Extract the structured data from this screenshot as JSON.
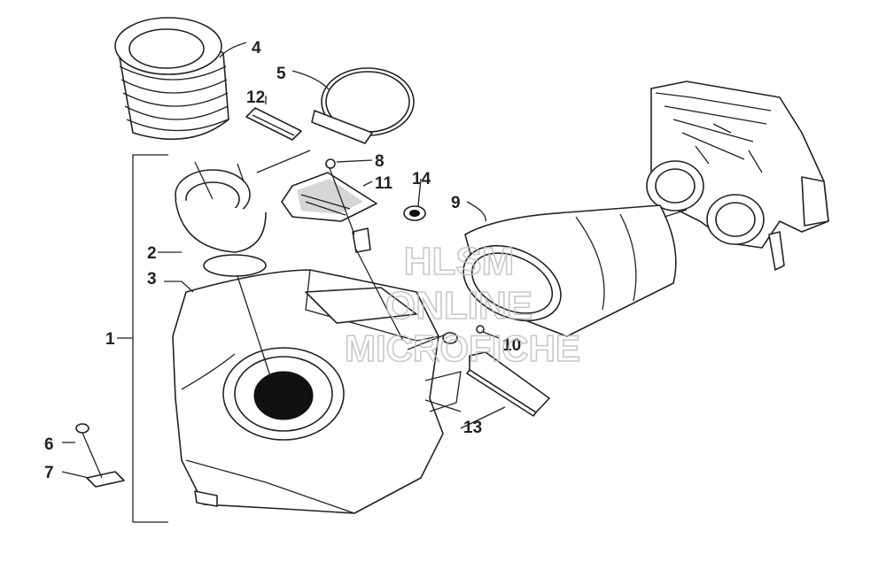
{
  "diagram": {
    "callouts": [
      {
        "id": "1",
        "text": "1"
      },
      {
        "id": "2",
        "text": "2"
      },
      {
        "id": "3",
        "text": "3"
      },
      {
        "id": "4",
        "text": "4"
      },
      {
        "id": "5",
        "text": "5"
      },
      {
        "id": "6",
        "text": "6"
      },
      {
        "id": "7",
        "text": "7"
      },
      {
        "id": "8",
        "text": "8"
      },
      {
        "id": "9",
        "text": "9"
      },
      {
        "id": "10",
        "text": "10"
      },
      {
        "id": "11",
        "text": "11"
      },
      {
        "id": "12",
        "text": "12"
      },
      {
        "id": "13",
        "text": "13"
      },
      {
        "id": "14",
        "text": "14"
      }
    ],
    "watermark": {
      "line1": "HLSM",
      "line2": "ONLINE",
      "line3": "MICROFICHE"
    }
  }
}
